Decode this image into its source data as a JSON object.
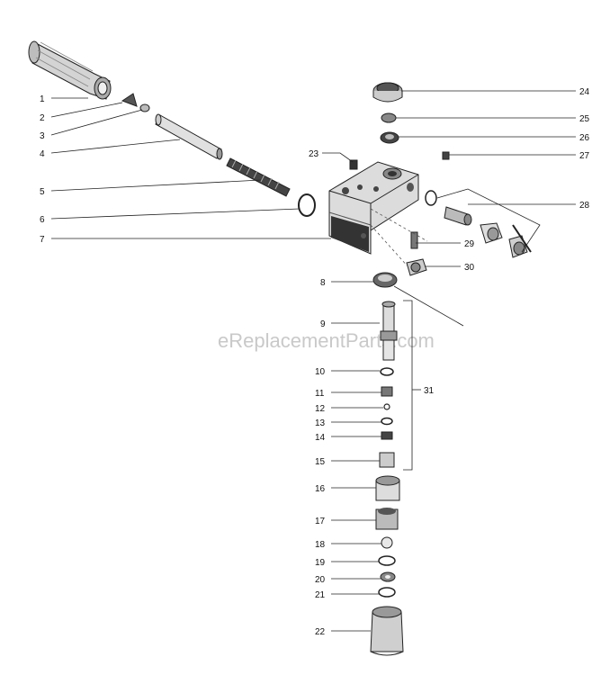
{
  "watermark": "eReplacementParts.com",
  "colors": {
    "part_fill": "#d4d4d4",
    "part_dark": "#555555",
    "line": "#222222",
    "watermark": "#c9c9c9"
  },
  "callouts": [
    {
      "id": "1",
      "label": "1"
    },
    {
      "id": "2",
      "label": "2"
    },
    {
      "id": "3",
      "label": "3"
    },
    {
      "id": "4",
      "label": "4"
    },
    {
      "id": "5",
      "label": "5"
    },
    {
      "id": "6",
      "label": "6"
    },
    {
      "id": "7",
      "label": "7"
    },
    {
      "id": "8",
      "label": "8"
    },
    {
      "id": "9",
      "label": "9"
    },
    {
      "id": "10",
      "label": "10"
    },
    {
      "id": "11",
      "label": "11"
    },
    {
      "id": "12",
      "label": "12"
    },
    {
      "id": "13",
      "label": "13"
    },
    {
      "id": "14",
      "label": "14"
    },
    {
      "id": "15",
      "label": "15"
    },
    {
      "id": "16",
      "label": "16"
    },
    {
      "id": "17",
      "label": "17"
    },
    {
      "id": "18",
      "label": "18"
    },
    {
      "id": "19",
      "label": "19"
    },
    {
      "id": "20",
      "label": "20"
    },
    {
      "id": "21",
      "label": "21"
    },
    {
      "id": "22",
      "label": "22"
    },
    {
      "id": "23",
      "label": "23"
    },
    {
      "id": "24",
      "label": "24"
    },
    {
      "id": "25",
      "label": "25"
    },
    {
      "id": "26",
      "label": "26"
    },
    {
      "id": "27",
      "label": "27"
    },
    {
      "id": "28",
      "label": "28"
    },
    {
      "id": "29",
      "label": "29"
    },
    {
      "id": "30",
      "label": "30"
    },
    {
      "id": "31",
      "label": "31"
    }
  ]
}
